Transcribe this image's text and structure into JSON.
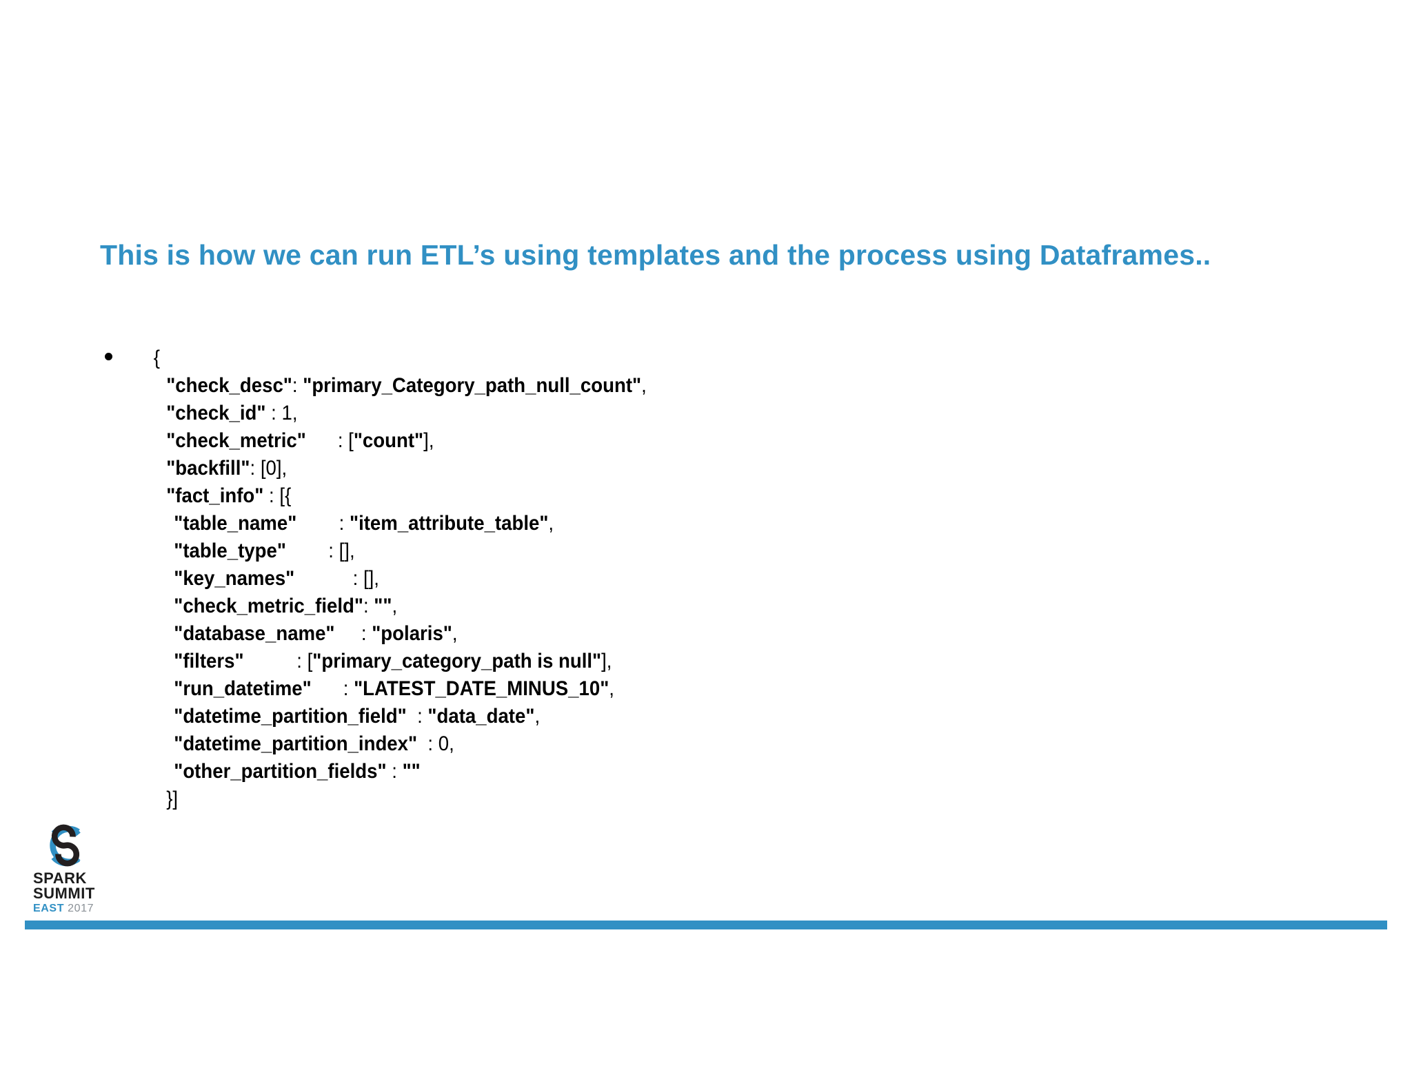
{
  "slide": {
    "title": "This is how we can run ETL’s using templates and the process  using Dataframes..",
    "title_color": "#3190c4",
    "background_color": "#ffffff",
    "footer_bar_color": "#3190c4"
  },
  "bullet": {
    "marker": "bullet-dot"
  },
  "code": {
    "language": "json",
    "lines": [
      {
        "indent": 0,
        "segments": [
          {
            "text": "{",
            "style": "plain"
          }
        ]
      },
      {
        "indent": 1,
        "segments": [
          {
            "text": "\"check_desc\"",
            "style": "key"
          },
          {
            "text": ": ",
            "style": "plain"
          },
          {
            "text": "\"primary_Category_path_null_count\"",
            "style": "value"
          },
          {
            "text": ",",
            "style": "plain"
          }
        ]
      },
      {
        "indent": 1,
        "segments": [
          {
            "text": "\"check_id\"",
            "style": "key"
          },
          {
            "text": " : 1,",
            "style": "plain"
          }
        ]
      },
      {
        "indent": 1,
        "segments": [
          {
            "text": "\"check_metric\"",
            "style": "key"
          },
          {
            "text": "      : [",
            "style": "plain"
          },
          {
            "text": "\"count\"",
            "style": "value"
          },
          {
            "text": "],",
            "style": "plain"
          }
        ]
      },
      {
        "indent": 1,
        "segments": [
          {
            "text": "\"backfill\"",
            "style": "key"
          },
          {
            "text": ": [0],",
            "style": "plain"
          }
        ]
      },
      {
        "indent": 1,
        "segments": [
          {
            "text": "\"fact_info\"",
            "style": "key"
          },
          {
            "text": " : [{",
            "style": "plain"
          }
        ]
      },
      {
        "indent": 2,
        "segments": [
          {
            "text": "\"table_name\"",
            "style": "key"
          },
          {
            "text": "        : ",
            "style": "plain"
          },
          {
            "text": "\"item_attribute_table\"",
            "style": "value"
          },
          {
            "text": ",",
            "style": "plain"
          }
        ]
      },
      {
        "indent": 2,
        "segments": [
          {
            "text": "\"table_type\"",
            "style": "key"
          },
          {
            "text": "        : [],",
            "style": "plain"
          }
        ]
      },
      {
        "indent": 2,
        "segments": [
          {
            "text": "\"key_names\"",
            "style": "key"
          },
          {
            "text": "           : [],",
            "style": "plain"
          }
        ]
      },
      {
        "indent": 2,
        "segments": [
          {
            "text": "\"check_metric_field\"",
            "style": "key"
          },
          {
            "text": ": ",
            "style": "plain"
          },
          {
            "text": "\"\"",
            "style": "value"
          },
          {
            "text": ",",
            "style": "plain"
          }
        ]
      },
      {
        "indent": 2,
        "segments": [
          {
            "text": "\"database_name\"",
            "style": "key"
          },
          {
            "text": "     : ",
            "style": "plain"
          },
          {
            "text": "\"polaris\"",
            "style": "value"
          },
          {
            "text": ",",
            "style": "plain"
          }
        ]
      },
      {
        "indent": 2,
        "segments": [
          {
            "text": "\"filters\"",
            "style": "key"
          },
          {
            "text": "          : [",
            "style": "plain"
          },
          {
            "text": "\"primary_category_path is null\"",
            "style": "value"
          },
          {
            "text": "],",
            "style": "plain"
          }
        ]
      },
      {
        "indent": 2,
        "segments": [
          {
            "text": "\"run_datetime\"",
            "style": "key"
          },
          {
            "text": "      : ",
            "style": "plain"
          },
          {
            "text": "\"LATEST_DATE_MINUS_10\"",
            "style": "value"
          },
          {
            "text": ",",
            "style": "plain"
          }
        ]
      },
      {
        "indent": 2,
        "segments": [
          {
            "text": "\"datetime_partition_field\"",
            "style": "key"
          },
          {
            "text": "  : ",
            "style": "plain"
          },
          {
            "text": "\"data_date\"",
            "style": "value"
          },
          {
            "text": ",",
            "style": "plain"
          }
        ]
      },
      {
        "indent": 2,
        "segments": [
          {
            "text": "\"datetime_partition_index\"",
            "style": "key"
          },
          {
            "text": "  : 0,",
            "style": "plain"
          }
        ]
      },
      {
        "indent": 2,
        "segments": [
          {
            "text": "\"other_partition_fields\"",
            "style": "key"
          },
          {
            "text": " : ",
            "style": "plain"
          },
          {
            "text": "\"\"",
            "style": "value"
          }
        ]
      },
      {
        "indent": 1,
        "segments": [
          {
            "text": "}]",
            "style": "plain"
          }
        ]
      }
    ]
  },
  "logo": {
    "mark": "spark-summit-swirl-icon",
    "line1": "SPARK",
    "line2": "SUMMIT",
    "east": "EAST",
    "year": "2017",
    "blue": "#3190c4",
    "dark": "#231f20"
  }
}
